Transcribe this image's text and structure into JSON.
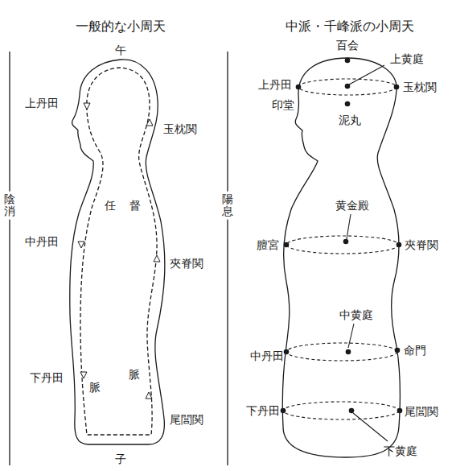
{
  "diagram": {
    "labels": [
      "一般的な小周天",
      "午",
      "上丹田",
      "玉枕関",
      "任",
      "督",
      "中丹田",
      "夾脊関",
      "下丹田",
      "脈",
      "脈",
      "尾閭関",
      "子",
      "陰消",
      "陽息",
      "中派・千峰派の小周天",
      "百会",
      "上黄庭",
      "上丹田",
      "玉枕関",
      "印堂",
      "泥丸",
      "黄金殿",
      "膻宮",
      "夾脊関",
      "中黄庭",
      "中丹田",
      "命門",
      "下丹田",
      "尾閭関",
      "下黄庭"
    ]
  }
}
